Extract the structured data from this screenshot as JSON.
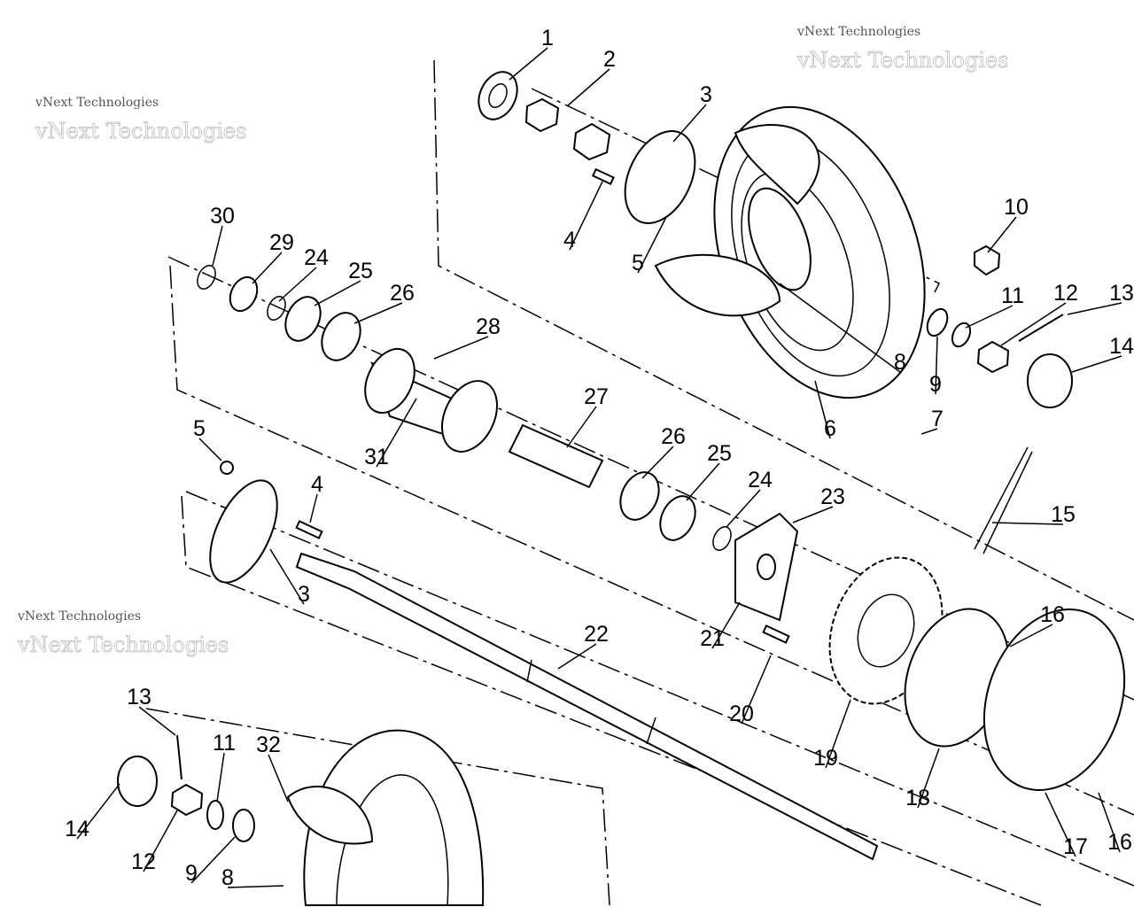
{
  "diagram": {
    "title": "Rear axle / wheel exploded parts diagram",
    "watermark": "vNext Technologies",
    "callouts": [
      "1",
      "2",
      "3",
      "4",
      "5",
      "10",
      "11",
      "12",
      "13",
      "14",
      "6",
      "7",
      "8",
      "9",
      "30",
      "29",
      "24",
      "25",
      "26",
      "28",
      "27",
      "31",
      "5",
      "4",
      "3",
      "26",
      "25",
      "24",
      "23",
      "15",
      "16",
      "21",
      "22",
      "20",
      "19",
      "18",
      "17",
      "16",
      "13",
      "11",
      "32",
      "14",
      "12",
      "9",
      "8"
    ]
  }
}
